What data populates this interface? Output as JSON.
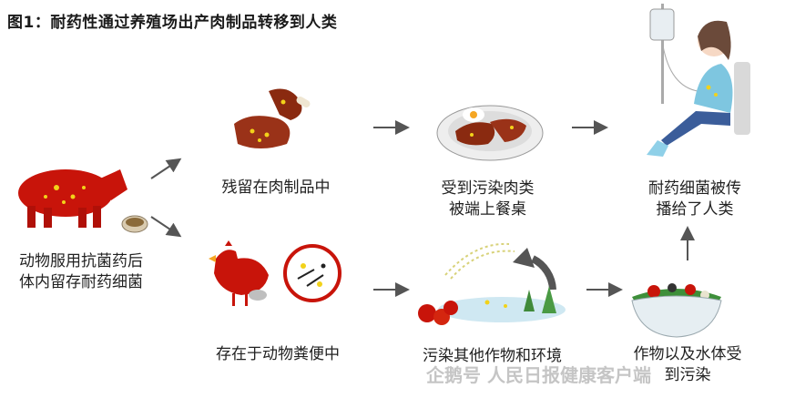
{
  "title": "图1：耐药性通过养殖场出产肉制品转移到人类",
  "nodes": {
    "animal": "动物服用抗菌药后\n体内留存耐药细菌",
    "residue": "残留在肉制品中",
    "served": "受到污染肉类\n被端上餐桌",
    "human": "耐药细菌被传\n播给了人类",
    "feces": "存在于动物粪便中",
    "crops": "污染其他作物和环境",
    "water": "作物以及水体受\n到污染"
  },
  "watermark": "企鹅号 人民日报健康客户端",
  "colors": {
    "red": "#c8140a",
    "bacteria": "#f2d21a",
    "arrow": "#555555"
  }
}
